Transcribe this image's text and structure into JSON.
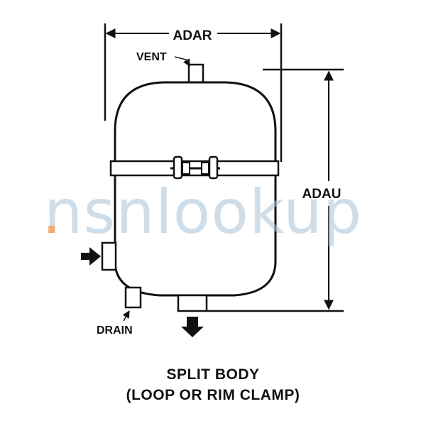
{
  "diagram": {
    "labels": {
      "width_dim": "ADAR",
      "height_dim": "ADAU",
      "vent": "VENT",
      "drain": "DRAIN"
    },
    "caption": {
      "line1": "SPLIT BODY",
      "line2": "(LOOP OR RIM CLAMP)"
    },
    "watermark": "nsnlookup",
    "colors": {
      "ink": "#111111",
      "watermark": "#a8c2d6",
      "watermark_accent": "#f5a05a"
    }
  }
}
